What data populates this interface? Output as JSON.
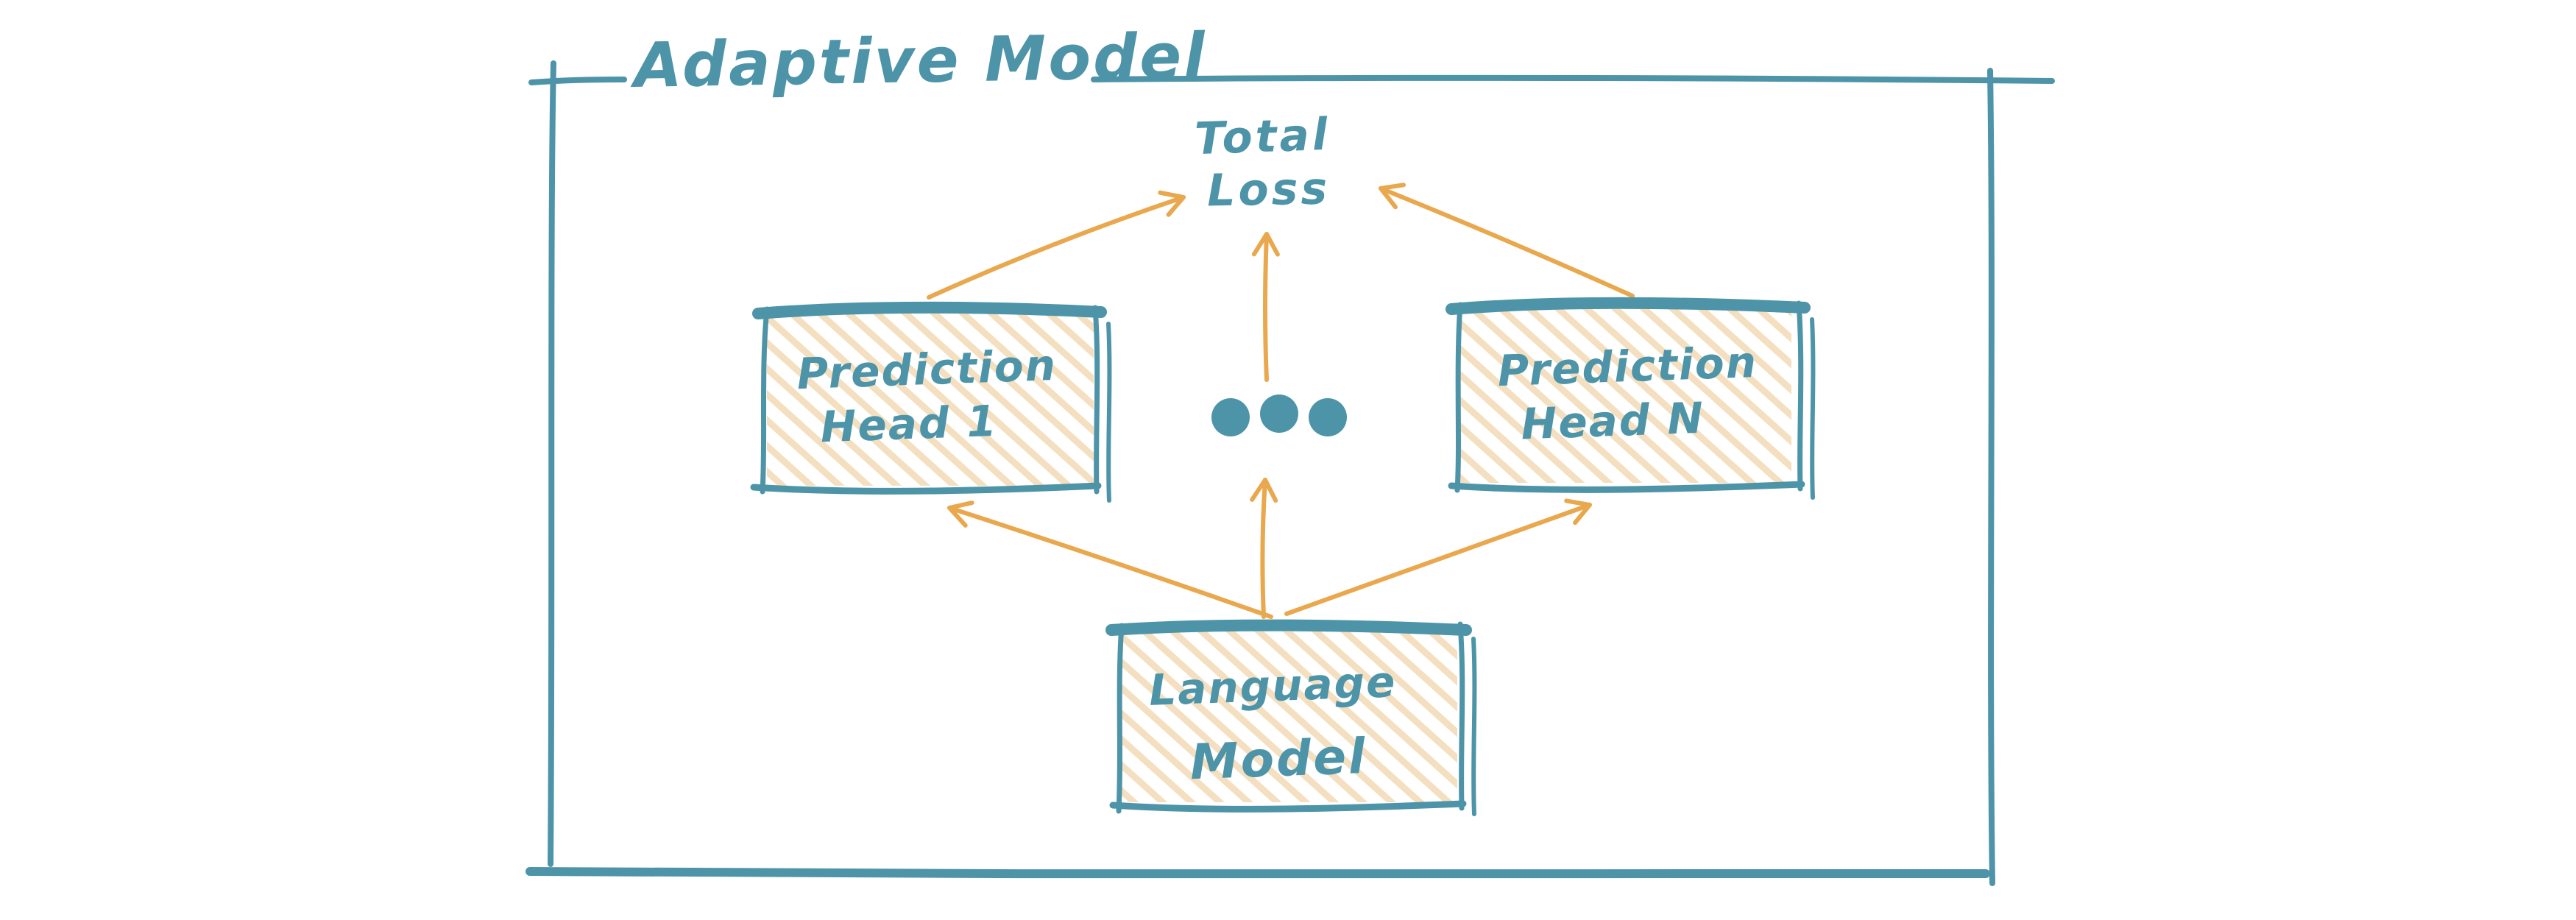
{
  "diagram": {
    "title": "Adaptive Model",
    "nodes": {
      "total_loss": {
        "line1": "Total",
        "line2": "Loss"
      },
      "prediction_head_1": {
        "line1": "Prediction",
        "line2": "Head 1"
      },
      "prediction_head_n": {
        "line1": "Prediction",
        "line2": "Head N"
      },
      "language_model": {
        "line1": "Language",
        "line2": "Model"
      }
    },
    "colors": {
      "teal": "#4d94a9",
      "orange": "#e9a84e",
      "hatch": "#f3ddb9"
    }
  }
}
